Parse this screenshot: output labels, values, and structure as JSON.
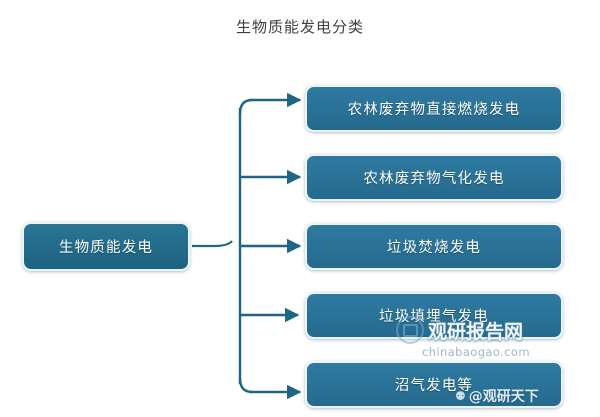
{
  "chart_data": {
    "type": "diagram",
    "title": "生物质能发电分类",
    "diagram_kind": "tree",
    "orientation": "left-to-right",
    "root": {
      "label": "生物质能发电"
    },
    "branches": [
      {
        "label": "农林废弃物直接燃烧发电"
      },
      {
        "label": "农林废弃物气化发电"
      },
      {
        "label": "垃圾焚烧发电"
      },
      {
        "label": "垃圾填埋气发电"
      },
      {
        "label": "沼气发电等"
      }
    ],
    "colors": {
      "node_fill": "#2f7aa1",
      "root_fill": "#2a7496",
      "node_border": "#eaf4f8",
      "connector": "#1f6585",
      "node_text": "#ffffff",
      "title_text": "#3f3f3f",
      "background": "#ffffff"
    },
    "legend": [],
    "grid": false
  },
  "title": {
    "text": "生物质能发电分类"
  },
  "root_node": {
    "label": "生物质能发电"
  },
  "leaf_nodes": [
    {
      "label": "农林废弃物直接燃烧发电"
    },
    {
      "label": "农林废弃物气化发电"
    },
    {
      "label": "垃圾焚烧发电"
    },
    {
      "label": "垃圾填埋气发电"
    },
    {
      "label": "沼气发电等"
    }
  ],
  "watermark": {
    "brand_cn": "观研报告网",
    "url": "chinabaogao.com",
    "corner_glyph": "⚉",
    "corner_text": "@观研天下"
  }
}
